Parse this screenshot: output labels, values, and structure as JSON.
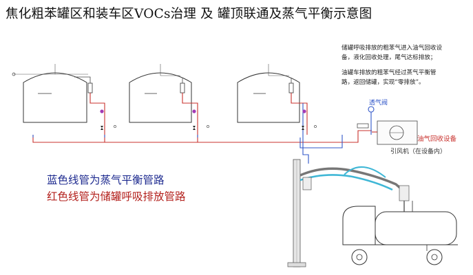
{
  "title": "焦化粗苯罐区和装车区VOCs治理  及  罐顶联通及蒸气平衡示意图",
  "notes": {
    "line1": "储罐呼吸排放的粗苯气进入油气回收设",
    "line2": "备，液化回收处理，尾气达标排放；",
    "line3": "油罐车排放的粗苯气经过蒸气平衡管",
    "line4": "路，返回储罐，实现“零排放”。"
  },
  "legend": {
    "blue": "蓝色线管为蒸气平衡管路",
    "red": "红色线管为储罐呼吸排放管路"
  },
  "labels": {
    "breather_valve": "透气阀",
    "recovery_device": "油气回收设备",
    "fan": "引风机（在设备内）"
  },
  "colors": {
    "red_line": "#c8302c",
    "blue_line": "#2f55c8",
    "purple_valve": "#a23bb5",
    "legend_blue": "#1d2a8f",
    "legend_red": "#b3201c",
    "arm_cyan": "#3fb7d6"
  }
}
